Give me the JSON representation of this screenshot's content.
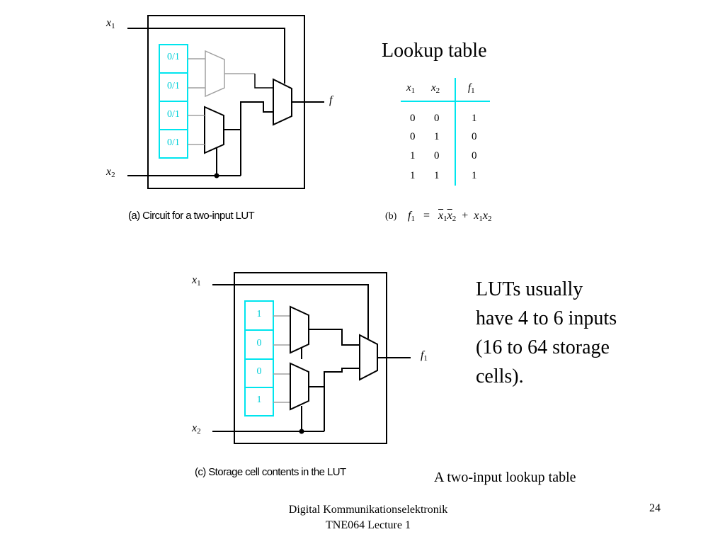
{
  "diagram_a": {
    "x1_label": "x",
    "x1_sub": "1",
    "x2_label": "x",
    "x2_sub": "2",
    "output_label": "f",
    "cells": [
      "0/1",
      "0/1",
      "0/1",
      "0/1"
    ],
    "caption": "(a) Circuit for a two-input LUT"
  },
  "lookup_table": {
    "title": "Lookup table",
    "headers": [
      {
        "var": "x",
        "sub": "1"
      },
      {
        "var": "x",
        "sub": "2"
      },
      {
        "var": "f",
        "sub": "1"
      }
    ],
    "rows": [
      [
        "0",
        "0",
        "1"
      ],
      [
        "0",
        "1",
        "0"
      ],
      [
        "1",
        "0",
        "0"
      ],
      [
        "1",
        "1",
        "1"
      ]
    ]
  },
  "equation": {
    "label": "(b)",
    "lhs_var": "f",
    "lhs_sub": "1",
    "equals": "=",
    "term1_v1": "x",
    "term1_s1": "1",
    "term1_v2": "x",
    "term1_s2": "2",
    "plus": "+",
    "term2_v1": "x",
    "term2_s1": "1",
    "term2_v2": "x",
    "term2_s2": "2"
  },
  "diagram_c": {
    "x1_label": "x",
    "x1_sub": "1",
    "x2_label": "x",
    "x2_sub": "2",
    "output_label": "f",
    "output_sub": "1",
    "cells": [
      "1",
      "0",
      "0",
      "1"
    ],
    "caption": "(c) Storage cell contents in the LUT"
  },
  "side_text": "LUTs usually have 4 to 6 inputs (16 to 64 storage cells).",
  "figure_title": "A two-input lookup table",
  "footer": {
    "line1": "Digital Kommunikationselektronik",
    "line2": "TNE064 Lecture 1",
    "page": "24"
  },
  "colors": {
    "cell_border": "#00e5ee",
    "table_line": "#00e5ee",
    "gray_mux": "#a0a0a0"
  }
}
